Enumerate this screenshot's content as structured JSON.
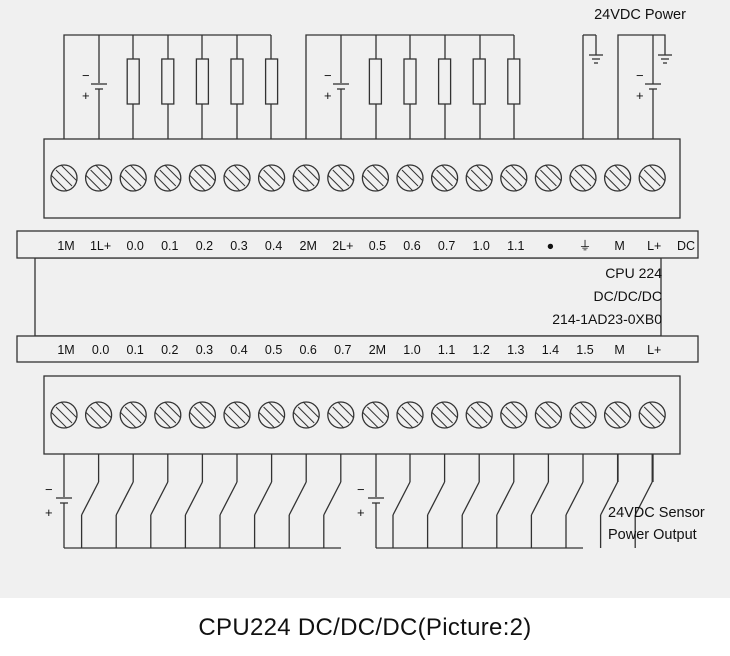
{
  "top_power_label": "24VDC Power",
  "upper_labels": [
    "1M",
    "1L+",
    "0.0",
    "0.1",
    "0.2",
    "0.3",
    "0.4",
    "2M",
    "2L+",
    "0.5",
    "0.6",
    "0.7",
    "1.0",
    "1.1",
    "●",
    "⏚",
    "M",
    "L+",
    "DC"
  ],
  "module": {
    "model": "CPU 224",
    "type": "DC/DC/DC",
    "order_number": "214-1AD23-0XB0"
  },
  "lower_labels": [
    "1M",
    "0.0",
    "0.1",
    "0.2",
    "0.3",
    "0.4",
    "0.5",
    "0.6",
    "0.7",
    "2M",
    "1.0",
    "1.1",
    "1.2",
    "1.3",
    "1.4",
    "1.5",
    "M",
    "L+"
  ],
  "sensor_power": {
    "line1": "24VDC Sensor",
    "line2": "Power Output"
  },
  "caption": "CPU224 DC/DC/DC(Picture:2)",
  "colors": {
    "background_panel": "#f0f0f0",
    "stroke": "#333333"
  }
}
